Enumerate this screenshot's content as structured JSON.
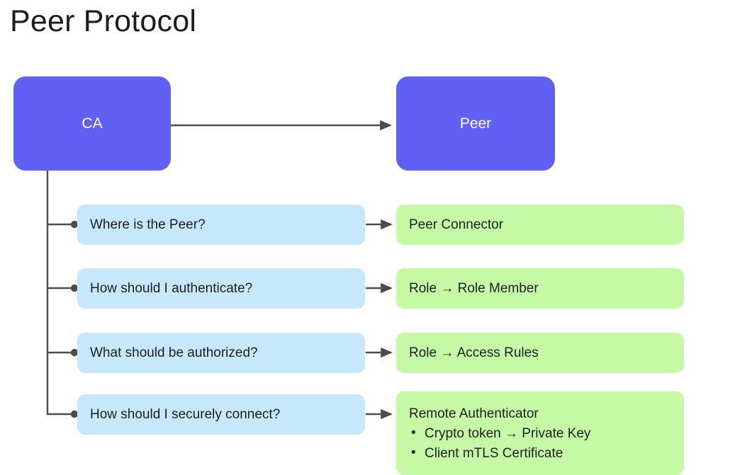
{
  "title": "Peer Protocol",
  "colors": {
    "purple": "#6160F5",
    "blue": "#C7E7FB",
    "green": "#C5F9A5",
    "connector": "#4D4D4D",
    "text_dark": "#1F1F1F",
    "text_light": "#FFFFFF",
    "background": "#FFFFFF"
  },
  "nodes": {
    "ca": {
      "label": "CA"
    },
    "peer": {
      "label": "Peer"
    }
  },
  "rows": [
    {
      "question": "Where is the Peer?",
      "answer_title": "Peer Connector",
      "answer_bullets": []
    },
    {
      "question": "How should I authenticate?",
      "answer_title": "Role → Role Member",
      "answer_bullets": []
    },
    {
      "question": "What should be authorized?",
      "answer_title": "Role → Access Rules",
      "answer_bullets": []
    },
    {
      "question": "How should I securely connect?",
      "answer_title": "Remote Authenticator",
      "answer_bullets": [
        "Crypto token → Private Key",
        "Client mTLS Certificate"
      ]
    }
  ],
  "bullet_glyph": "•"
}
